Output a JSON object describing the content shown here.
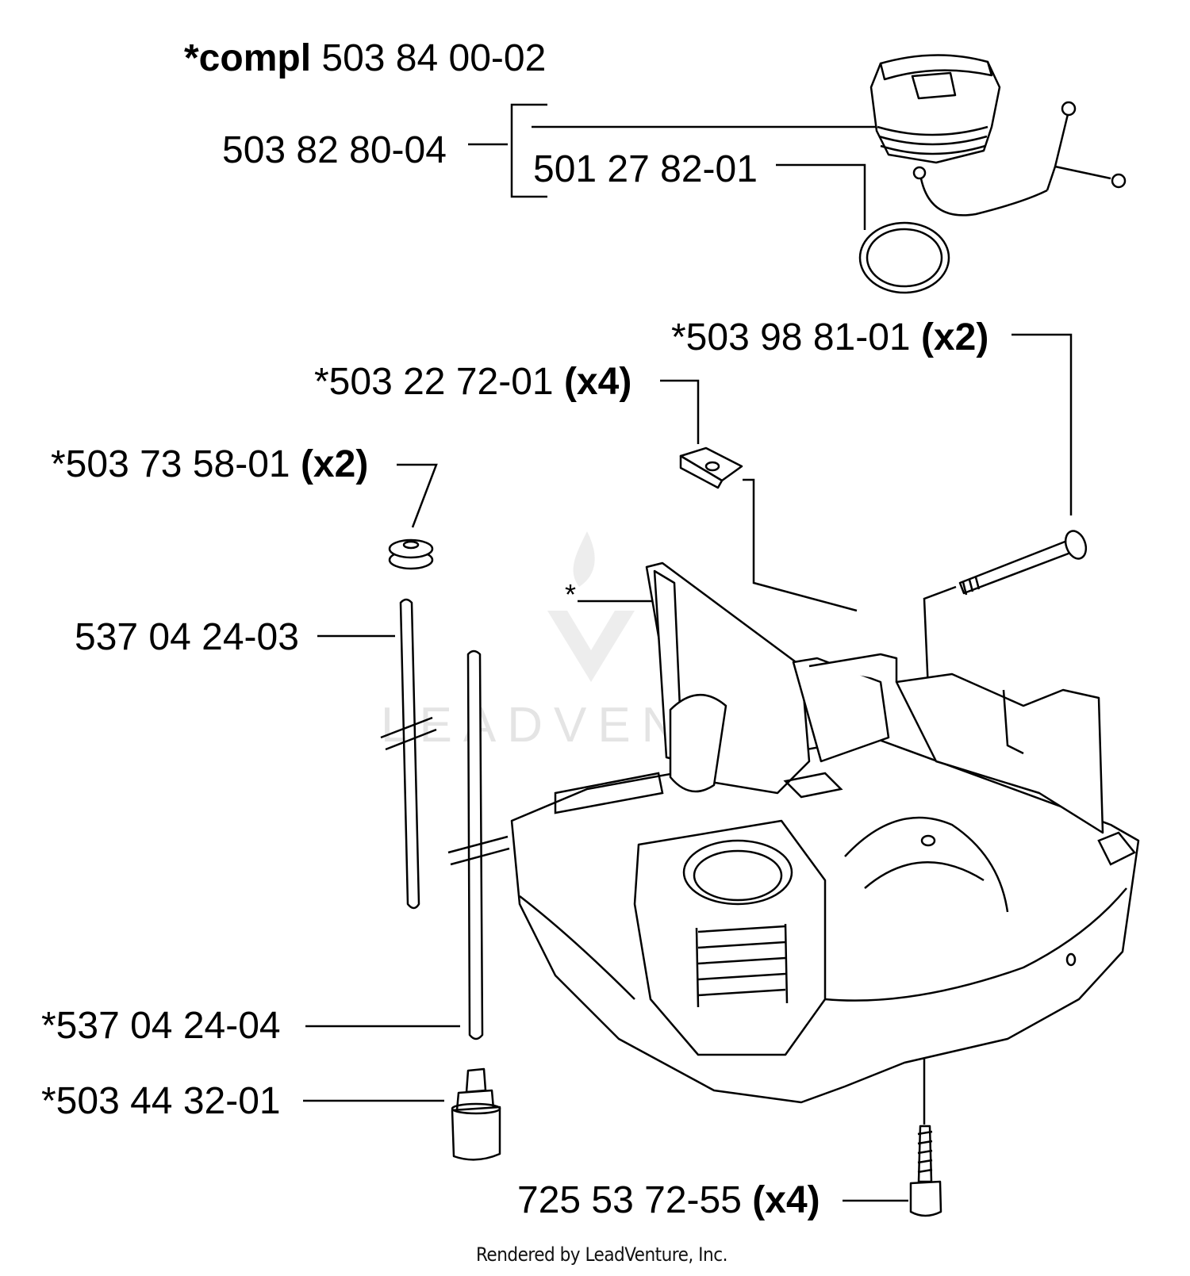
{
  "labels": {
    "compl_prefix": "*compl",
    "compl_number": "503 84 00-02",
    "cap_assembly": "503 82 80-04",
    "o_ring": "501 27 82-01",
    "screw_top": "*503 98 81-01",
    "screw_top_qty": "(x2)",
    "clip": "*503 22 72-01",
    "clip_qty": "(x4)",
    "grommet": "*503 73 58-01",
    "grommet_qty": "(x2)",
    "hose_1": "537 04 24-03",
    "tank_asterisk": "*",
    "hose_2": "*537 04 24-04",
    "filter": "*503 44 32-01",
    "screw_bottom": "725 53 72-55",
    "screw_bottom_qty": "(x4)"
  },
  "footer": "Rendered by LeadVenture, Inc.",
  "watermark": "LEADVENTURE",
  "colors": {
    "line": "#000000",
    "background": "#ffffff",
    "watermark": "#e6e6e6"
  }
}
